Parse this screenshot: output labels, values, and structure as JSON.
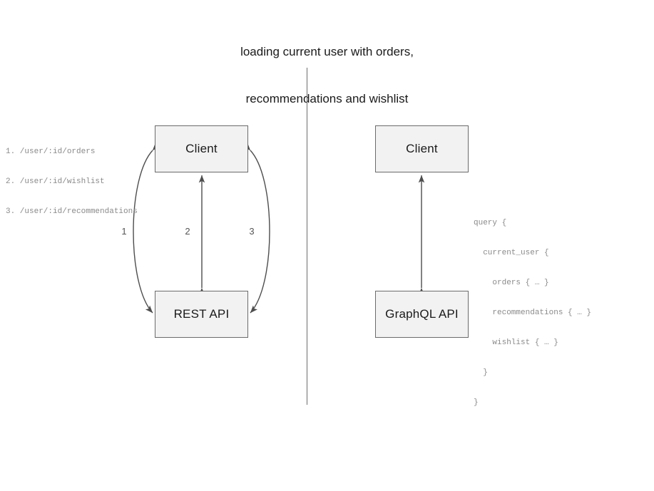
{
  "title": {
    "line1": "loading current user with orders,",
    "line2": "recommendations and wishlist"
  },
  "colors": {
    "node_fill": "#f2f2f2",
    "node_border": "#6b6b6b",
    "stroke": "#4d4d4d",
    "divider": "#6e6e6e",
    "code_text": "#8a8a8a",
    "label_text": "#555555",
    "title_text": "#1a1a1a"
  },
  "rest_side": {
    "client_label": "Client",
    "api_label": "REST API",
    "endpoints": [
      "1. /user/:id/orders",
      "2. /user/:id/wishlist",
      "3. /user/:id/recommendations"
    ],
    "edge_labels": [
      "1",
      "2",
      "3"
    ]
  },
  "graphql_side": {
    "client_label": "Client",
    "api_label": "GraphQL API",
    "query_lines": [
      "query {",
      "  current_user {",
      "    orders { … }",
      "    recommendations { … }",
      "    wishlist { … }",
      "  }",
      "}"
    ]
  }
}
